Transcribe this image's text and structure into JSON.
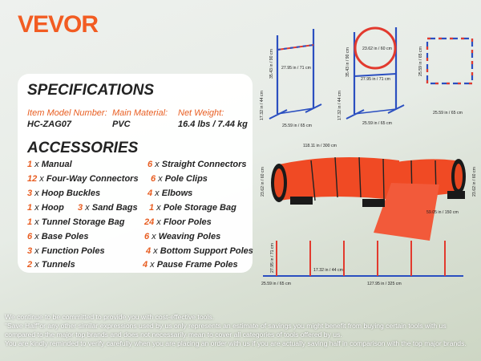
{
  "brand": "VEVOR",
  "specs": {
    "title": "SPECIFICATIONS",
    "model_label": "Item Model Number",
    "model_value": "HC-ZAG07",
    "material_label": "Main Material",
    "material_value": "PVC",
    "weight_label": "Net Weight",
    "weight_value": "16.4 lbs / 7.44 kg"
  },
  "accessories": {
    "title": "ACCESSORIES",
    "items": [
      {
        "qty": "1",
        "desc": "Manual"
      },
      {
        "qty": "6",
        "desc": "Straight Connectors"
      },
      {
        "qty": "12",
        "desc": "Four-Way Connectors"
      },
      {
        "qty": "6",
        "desc": "Pole Clips"
      },
      {
        "qty": "3",
        "desc": "Hoop Buckles"
      },
      {
        "qty": "4",
        "desc": "Elbows"
      },
      {
        "qty": "1",
        "desc": "Hoop"
      },
      {
        "qty": "3",
        "desc": "Sand Bags"
      },
      {
        "qty": "1",
        "desc": "Pole Storage Bag"
      },
      {
        "qty": "1",
        "desc": "Tunnel Storage Bag"
      },
      {
        "qty": "24",
        "desc": "Floor Poles"
      },
      {
        "qty": "6",
        "desc": "Base Poles"
      },
      {
        "qty": "6",
        "desc": "Weaving Poles"
      },
      {
        "qty": "3",
        "desc": "Function Poles"
      },
      {
        "qty": "4",
        "desc": "Bottom Support Poles"
      },
      {
        "qty": "2",
        "desc": "Tunnels"
      },
      {
        "qty": "4",
        "desc": "Pause Frame Poles"
      }
    ]
  },
  "dimensions": {
    "jump_height": "35.43 in / 90 cm",
    "jump_bar": "27.95 in / 71 cm",
    "jump_base_depth": "17.32 in / 44 cm",
    "jump_base_width": "25.59 in / 65 cm",
    "hoop_diameter": "23.62 in / 60 cm",
    "hoop_height": "35.43 in / 90 cm",
    "hoop_bar": "27.95 in / 71 cm",
    "hoop_base_depth": "17.32 in / 44 cm",
    "hoop_base_width": "25.59 in / 65 cm",
    "square_height": "25.59 in / 65 cm",
    "square_width": "25.59 in / 65 cm",
    "tunnel_length": "118.11 in / 300 cm",
    "tunnel_diameter_left": "23.62 in / 60 cm",
    "tunnel_diameter_right": "23.62 in / 60 cm",
    "chute_length": "59.05 in / 150 cm",
    "weave_height": "27.95 in / 71 cm",
    "weave_spacing": "17.32 in / 44 cm",
    "weave_base": "25.59 in / 65 cm",
    "weave_total": "127.95 in / 325 cm"
  },
  "footer": [
    "We continue to be committed to provide you with cost-effective tools.",
    "\"Save Half\"or any other similar expressions used by us only represents an estimate of savings you might benefit from buying certain tools with us",
    "compared to the major top brands and does not necessarily mean to cover all categories of tools offered by us.",
    "You are kindly reminded to verify carefully when you are placing an order with us if you are actually saving half in comparison with the top major brands."
  ],
  "colors": {
    "brand": "#f25c22",
    "pole_blue": "#2b4fc0",
    "pole_red": "#e23a2e",
    "tunnel": "#f04a24"
  }
}
